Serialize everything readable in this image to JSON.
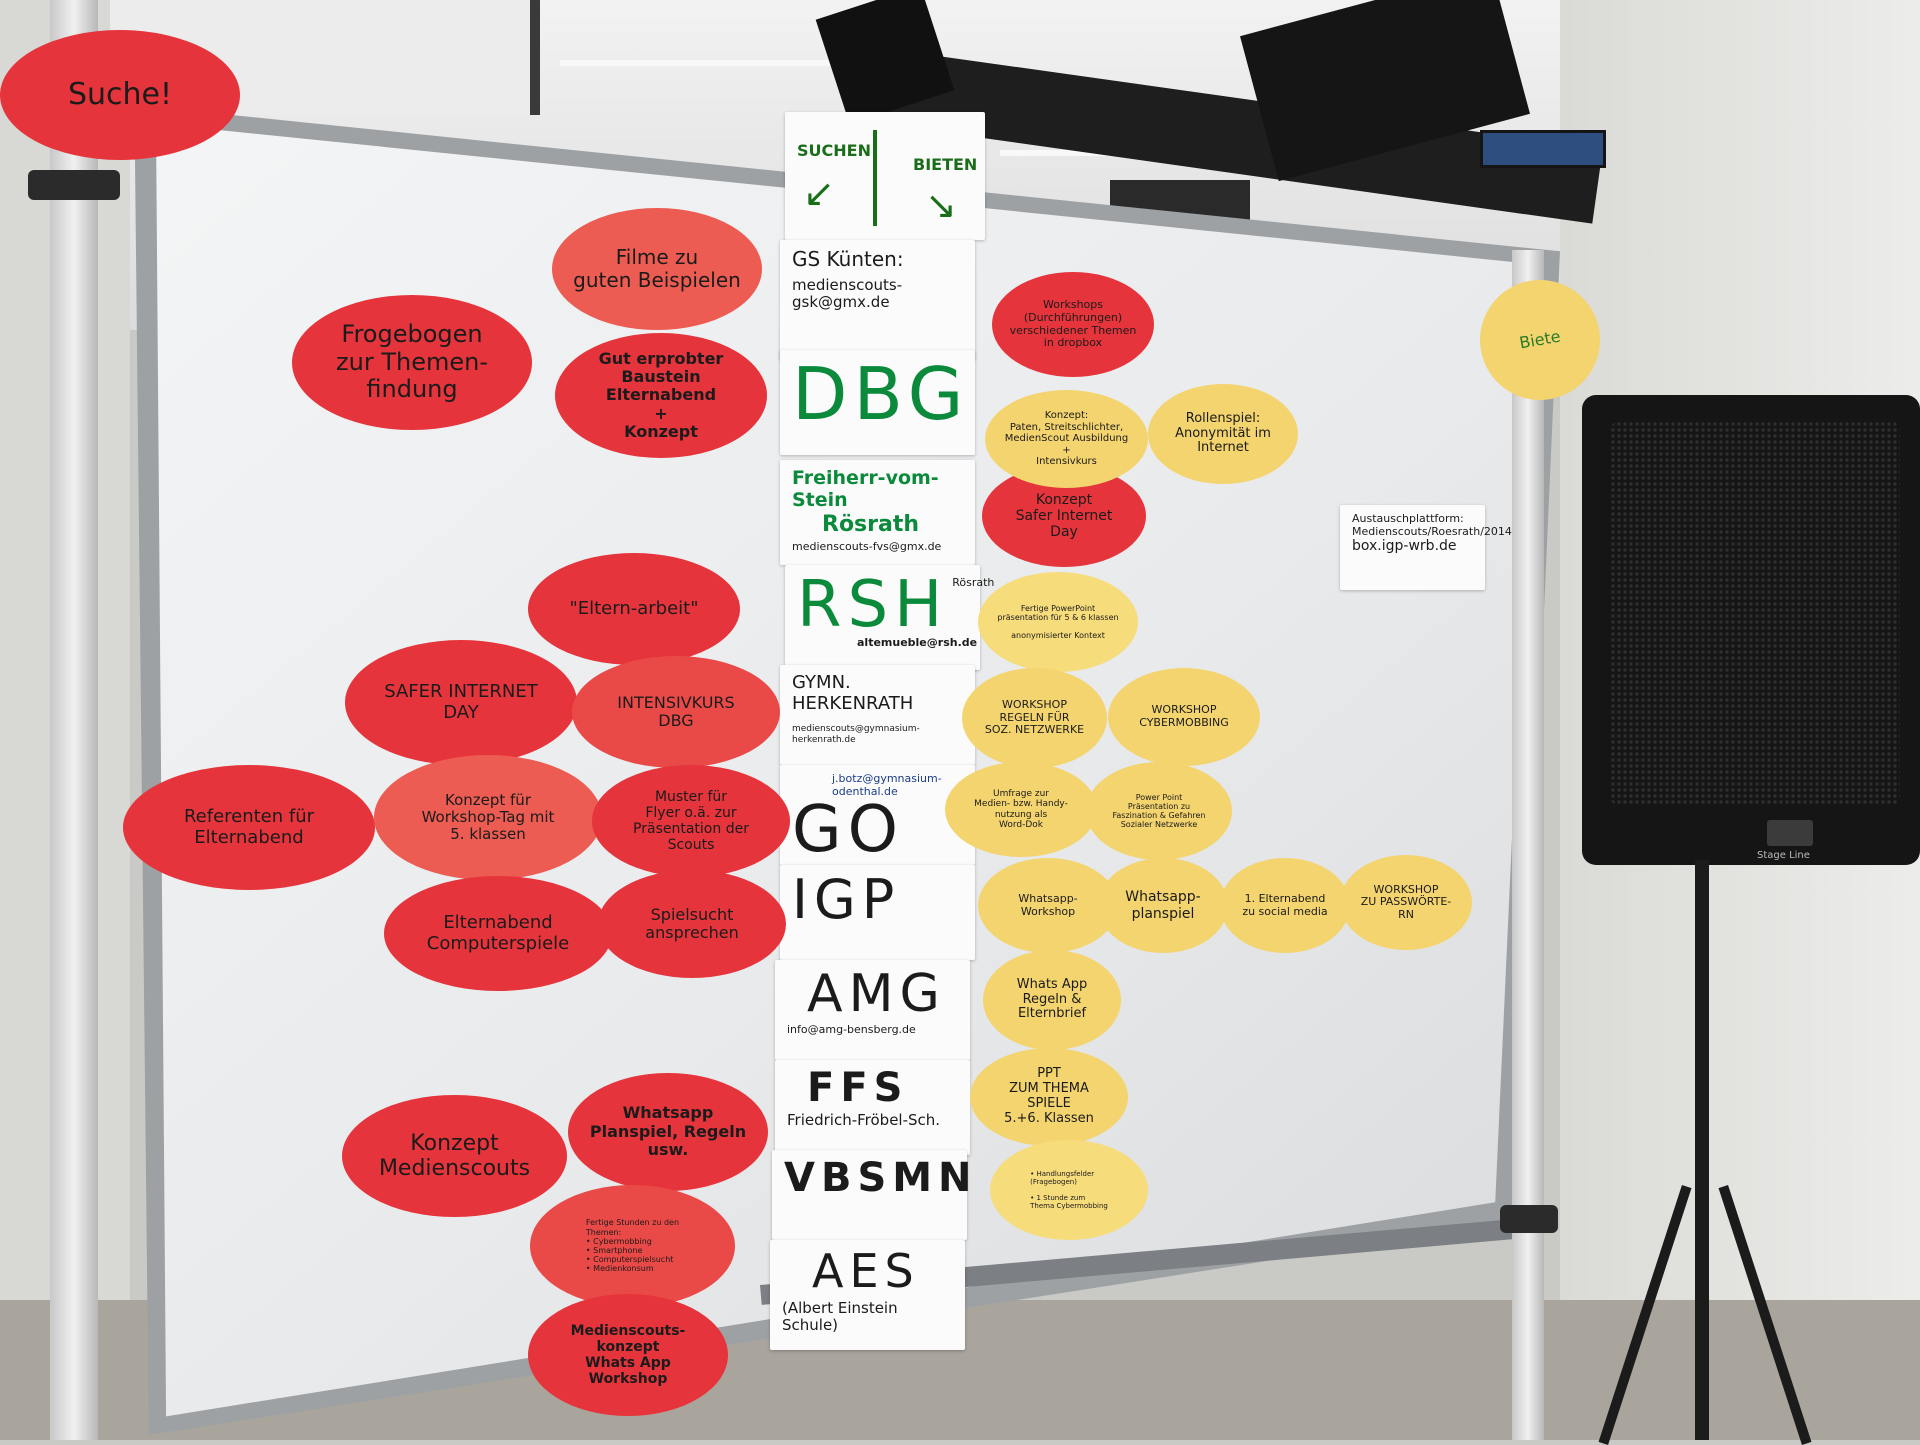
{
  "header": {
    "left": "SUCHEN",
    "right": "BIETEN"
  },
  "legend": {
    "suche": "Suche!",
    "biete": "Biete"
  },
  "platform_card": [
    "Austauschplattform:",
    "Medienscouts/Roesrath/2014",
    "box.igp-wrb.de"
  ],
  "schools": [
    {
      "name": "GS Künten:",
      "sub": "medienscouts-gsk@gmx.de"
    },
    {
      "name": "DBG",
      "sub": ""
    },
    {
      "name": "Freiherr-vom-Stein",
      "line2": "Rösrath",
      "sub": "medienscouts-fvs@gmx.de"
    },
    {
      "name": "RSH",
      "tag": "Rösrath",
      "sub": "altemueble@rsh.de"
    },
    {
      "name": "GYMN. HERKENRATH",
      "sub": "medienscouts@gymnasium-herkenrath.de"
    },
    {
      "name": "GO",
      "sub": "j.botz@gymnasium-odenthal.de"
    },
    {
      "name": "IGP",
      "sub": ""
    },
    {
      "name": "AMG",
      "sub": "info@amg-bensberg.de"
    },
    {
      "name": "FFS",
      "sub": "Friedrich-Fröbel-Sch."
    },
    {
      "name": "VBSMN",
      "sub": ""
    },
    {
      "name": "AES",
      "sub": "(Albert Einstein Schule)"
    }
  ],
  "suche_notes": [
    "Filme zu\nguten Beispielen",
    "Frogebogen\nzur Themen-\nfindung",
    "Gut erprobter\nBaustein\nElternabend\n+\nKonzept",
    "\"Eltern-arbeit\"",
    "SAFER INTERNET\nDAY",
    "INTENSIVKURS\nDBG",
    "Referenten für\nElternabend",
    "Konzept für\nWorkshop-Tag mit\n5. klassen",
    "Muster für\nFlyer o.ä. zur\nPräsentation der\nScouts",
    "Elternabend\nComputerspiele",
    "Spielsucht\nansprechen",
    "Konzept\nMedienscouts",
    "Whatsapp\nPlanspiel, Regeln\nusw.",
    "Fertige Stunden zu den\nThemen:\n• Cybermobbing\n• Smartphone\n• Computerspielsucht\n• Medienkonsum",
    "Medienscouts-\nkonzept\nWhats App\nWorkshop",
    "Workshops\n(Durchführungen)\nverschiedener Themen\nin dropbox",
    "Konzept\nSafer Internet\nDay"
  ],
  "biete_notes": [
    "Konzept:\nPaten, Streitschlichter,\nMedienScout Ausbildung\n+\nIntensivkurs",
    "Rollenspiel:\nAnonymität im\nInternet",
    "Fertige PowerPoint\npräsentation für 5 & 6 klassen\n\nanonymisierter Kontext",
    "WORKSHOP\nREGELN FÜR\nSOZ. NETZWERKE",
    "WORKSHOP\nCYBERMOBBING",
    "Umfrage zur\nMedien- bzw. Handy-\nnutzung als\nWord-Dok",
    "Power Point\nPräsentation zu\nFaszination & Gefahren\nSozialer Netzwerke",
    "Whatsapp-\nWorkshop",
    "Whatsapp-\nplanspiel",
    "1. Elternabend\nzu social media",
    "WORKSHOP\nZU PASSWÖRTE-\nRN",
    "Whats App\nRegeln &\nElternbrief",
    "PPT\nZUM THEMA\nSPIELE\n5.+6. Klassen",
    "• Handlungsfelder\n   (Fragebogen)\n\n• 1 Stunde zum\n   Thema Cybermobbing"
  ],
  "speaker": {
    "brand": "Stage Line"
  },
  "colors": {
    "red": "#e5343b",
    "salmon": "#ec5c52",
    "yellow": "#f4d46e",
    "marker_green": "#1a6e1a"
  }
}
